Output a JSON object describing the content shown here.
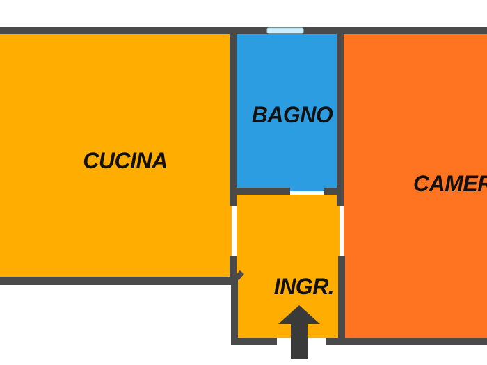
{
  "floorplan": {
    "rooms": {
      "cucina": {
        "label": "CUCINA",
        "color": "#ffad00"
      },
      "bagno": {
        "label": "BAGNO",
        "color": "#2b9de0"
      },
      "camera": {
        "label": "CAMER",
        "color": "#ff7420"
      },
      "ingresso": {
        "label": "INGR.",
        "color": "#ffad00"
      }
    },
    "wall_color": "#4a4a4a",
    "window_color": "#cdeefa",
    "arrow_color": "#3a3a3a"
  }
}
